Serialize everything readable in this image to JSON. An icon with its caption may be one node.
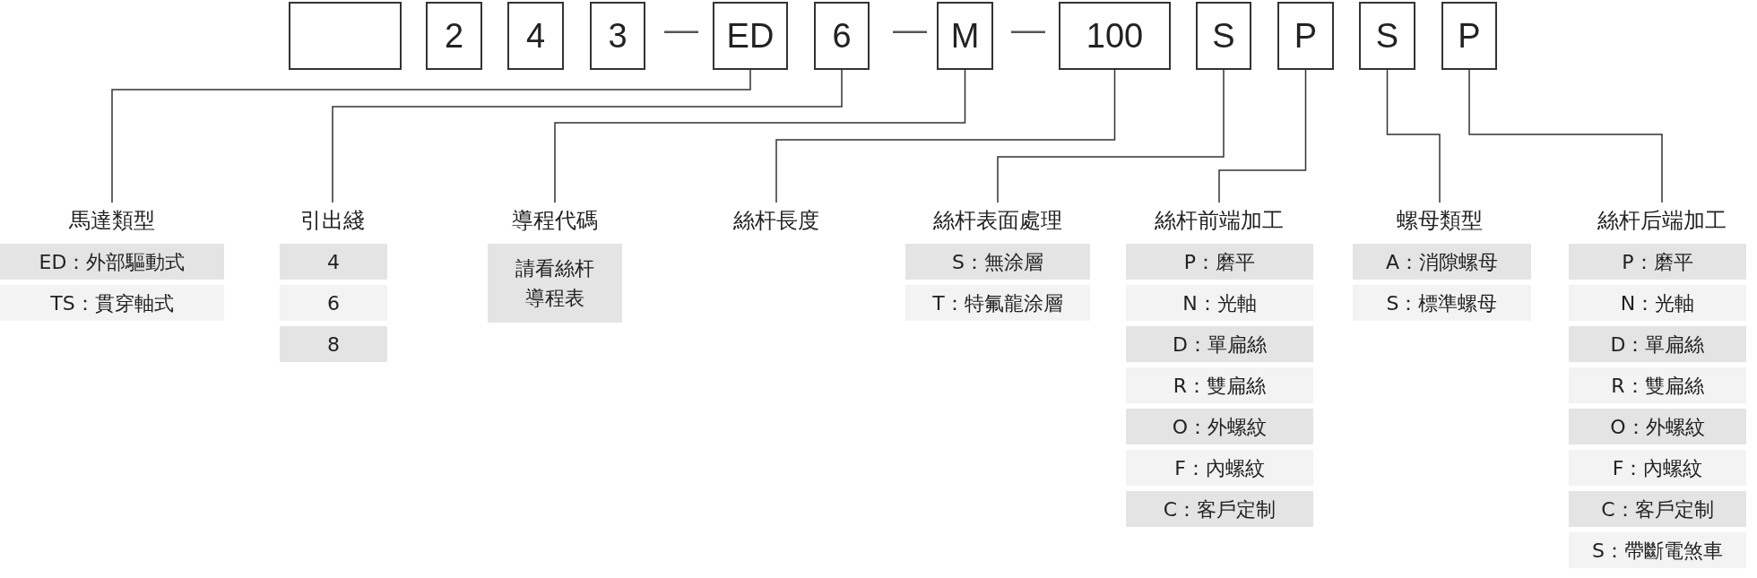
{
  "diagram": {
    "nodes": [
      {
        "text": [],
        "shape": "box"
      },
      {
        "text": [
          "2"
        ]
      },
      {
        "text": [
          "4"
        ]
      },
      {
        "text": [
          "3"
        ]
      },
      {
        "text": [
          "ED"
        ]
      },
      {
        "text": [
          "6"
        ]
      },
      {
        "text": [
          "M"
        ]
      },
      {
        "text": [
          "100"
        ]
      },
      {
        "text": [
          "S"
        ]
      },
      {
        "text": [
          "P"
        ]
      },
      {
        "text": [
          "S"
        ]
      },
      {
        "text": [
          "P"
        ]
      },
      {
        "text": [
          "馬達類型"
        ]
      },
      {
        "text": [
          "引出綫"
        ]
      },
      {
        "text": [
          "導程代碼"
        ]
      },
      {
        "text": [
          "絲杆長度"
        ]
      },
      {
        "text": [
          "絲杆表面處理"
        ]
      },
      {
        "text": [
          "絲杆前端加工"
        ]
      },
      {
        "text": [
          "螺母類型"
        ]
      },
      {
        "text": [
          "絲杆后端加工"
        ]
      },
      {
        "text": [
          "ED：外部驅動式"
        ]
      },
      {
        "text": [
          "TS：貫穿軸式"
        ]
      },
      {
        "text": [
          "4"
        ]
      },
      {
        "text": [
          "6"
        ]
      },
      {
        "text": [
          "8"
        ]
      },
      {
        "text": [
          "請看絲杆導程表"
        ]
      },
      {
        "text": [
          "S：無涂層"
        ]
      },
      {
        "text": [
          "T：特氟龍涂層"
        ]
      },
      {
        "text": [
          "P：磨平"
        ]
      },
      {
        "text": [
          "N：光軸"
        ]
      },
      {
        "text": [
          "D：單扁絲"
        ]
      },
      {
        "text": [
          "R：雙扁絲"
        ]
      },
      {
        "text": [
          "O：外螺紋"
        ]
      },
      {
        "text": [
          "F：內螺紋"
        ]
      },
      {
        "text": [
          "C：客戶定制"
        ]
      },
      {
        "text": [
          "A：消隙螺母"
        ]
      },
      {
        "text": [
          "S：標準螺母"
        ]
      },
      {
        "text": [
          "P：磨平"
        ]
      },
      {
        "text": [
          "N：光軸"
        ]
      },
      {
        "text": [
          "D：單扁絲"
        ]
      },
      {
        "text": [
          "R：雙扁絲"
        ]
      },
      {
        "text": [
          "O：外螺紋"
        ]
      },
      {
        "text": [
          "F：內螺紋"
        ]
      },
      {
        "text": [
          "C：客戶定制"
        ]
      },
      {
        "text": [
          "S：帶斷電煞車"
        ]
      }
    ],
    "edges": [
      {
        "from": 4,
        "to": 12,
        "arrow": "none"
      },
      {
        "from": 5,
        "to": 13,
        "arrow": "none"
      },
      {
        "from": 6,
        "to": 14,
        "arrow": "none"
      },
      {
        "from": 7,
        "to": 15,
        "arrow": "none"
      },
      {
        "from": 8,
        "to": 16,
        "arrow": "none"
      },
      {
        "from": 9,
        "to": 17,
        "arrow": "none"
      },
      {
        "from": 10,
        "to": 18,
        "arrow": "none"
      },
      {
        "from": 11,
        "to": 19,
        "arrow": "none"
      }
    ],
    "labels": [
      "—",
      "—",
      "—"
    ]
  }
}
